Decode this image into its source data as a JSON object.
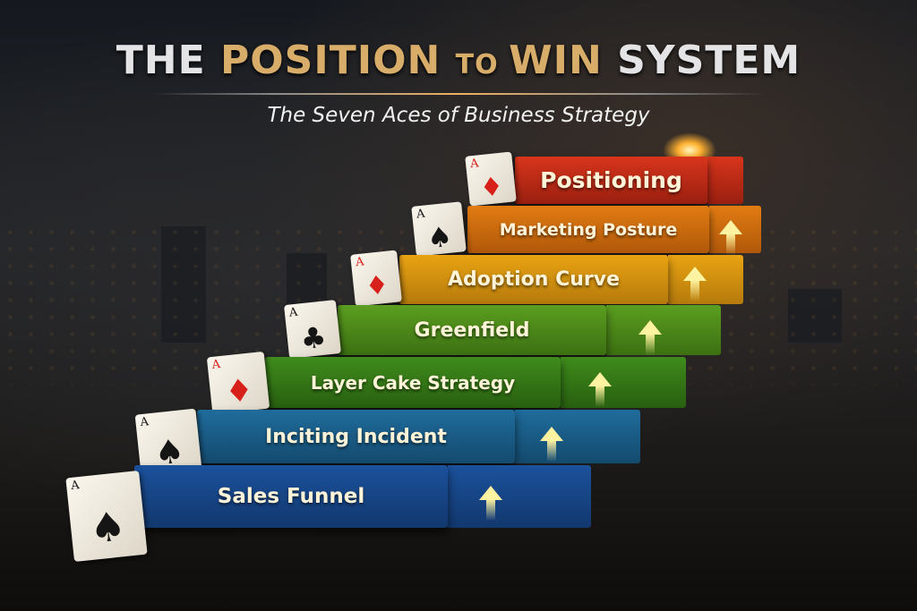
{
  "title": {
    "part1": "THE ",
    "part2": "POSITION ",
    "part3": "TO ",
    "part4": "WIN ",
    "part5": "SYSTEM"
  },
  "subtitle": "The Seven Aces of Business Strategy",
  "steps": [
    {
      "label": "Positioning",
      "color": "#d8351b",
      "side": "#9a1f10",
      "card_suit": "diamond"
    },
    {
      "label": "Marketing Posture",
      "color": "#e27c12",
      "side": "#b0580a",
      "card_suit": "spade"
    },
    {
      "label": "Adoption Curve",
      "color": "#e9a312",
      "side": "#b57a0c",
      "card_suit": "diamond"
    },
    {
      "label": "Greenfield",
      "color": "#5b9e20",
      "side": "#3c7012",
      "card_suit": "club"
    },
    {
      "label": "Layer Cake Strategy",
      "color": "#3f8c1c",
      "side": "#285f10",
      "card_suit": "diamond"
    },
    {
      "label": "Inciting Incident",
      "color": "#1f6c9c",
      "side": "#144a6e",
      "card_suit": "spade"
    },
    {
      "label": "Sales Funnel",
      "color": "#1b519c",
      "side": "#12386e",
      "card_suit": "spade"
    }
  ],
  "card_rank": "A"
}
